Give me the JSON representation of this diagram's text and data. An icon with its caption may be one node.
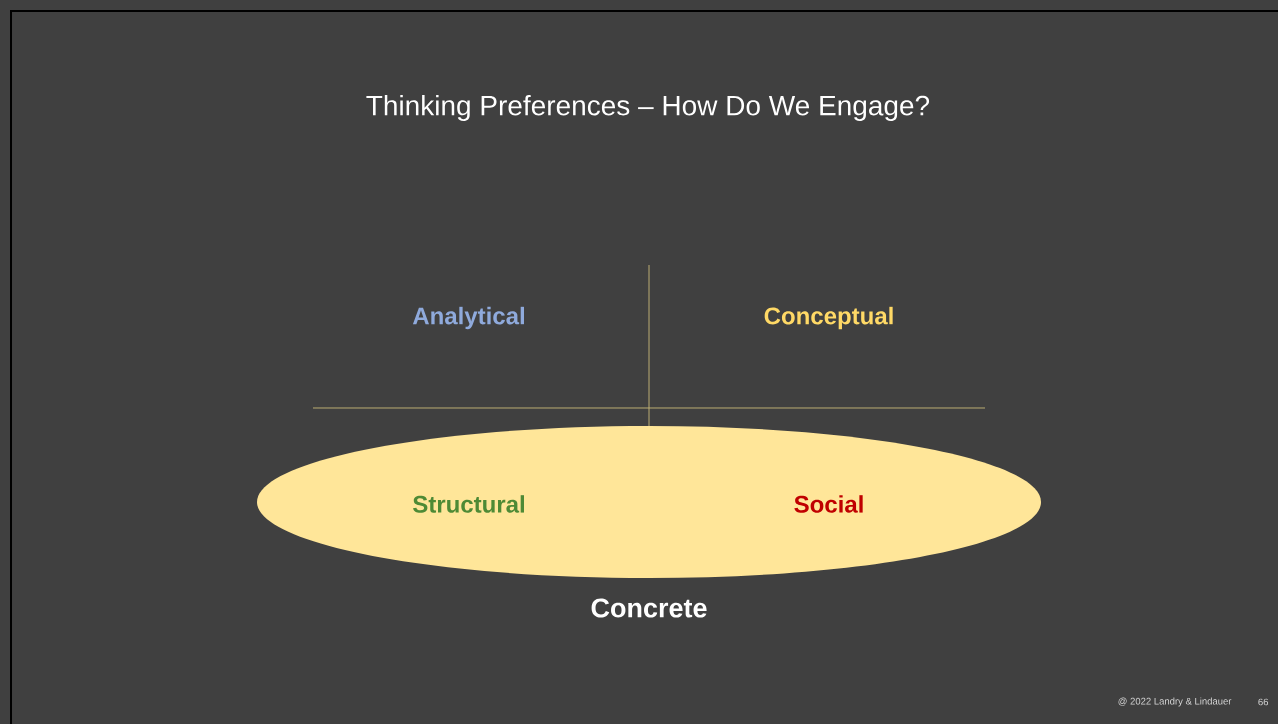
{
  "diagram": {
    "title": "Thinking Preferences – How Do We Engage?",
    "nodes": [
      {
        "text": [
          "Structural",
          "Social"
        ],
        "beside": [
          "Concrete"
        ]
      }
    ],
    "labels": [
      "Analytical",
      "Conceptual",
      "@ 2022 Landry & Lindauer",
      "66"
    ]
  }
}
